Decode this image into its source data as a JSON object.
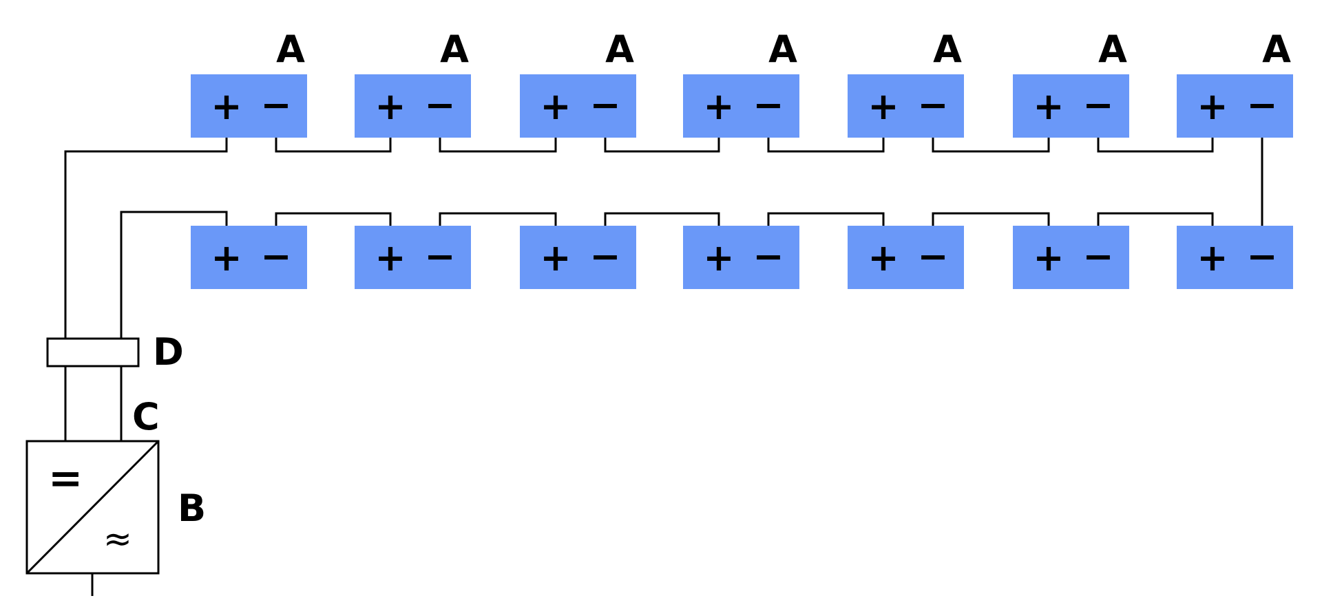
{
  "diagram": {
    "module_label": "A",
    "inverter_label": "B",
    "cable_label": "C",
    "connector_label": "D",
    "plus": "+",
    "minus": "−",
    "dc_symbol": "=",
    "ac_symbol": "≈",
    "rows": 2,
    "modules_per_row": 7,
    "colors": {
      "module": "#6a98f8",
      "wire": "#000000",
      "background": "#ffffff"
    }
  }
}
